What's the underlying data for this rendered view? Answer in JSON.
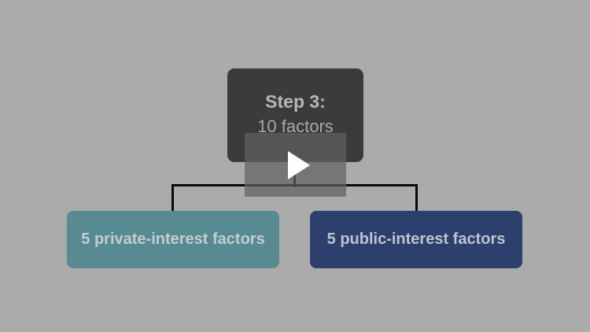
{
  "player": {
    "state": "paused",
    "background_color": "#ababab",
    "overlay_color": "rgba(100,97,94,0.72)",
    "play_icon": "play-triangle",
    "play_icon_color": "#ffffff"
  },
  "diagram": {
    "connector_color": "#0a0a0a",
    "root": {
      "title": "Step 3:",
      "subtitle": "10 factors",
      "bg_color": "#3b3b3b",
      "text_color": "#b7b7b7"
    },
    "children": [
      {
        "label": "5 private-interest factors",
        "bg_color": "#578b91",
        "text_color": "#c4cdd1"
      },
      {
        "label": "5 public-interest factors",
        "bg_color": "#2d3f6c",
        "text_color": "#bdc4cf"
      }
    ]
  }
}
